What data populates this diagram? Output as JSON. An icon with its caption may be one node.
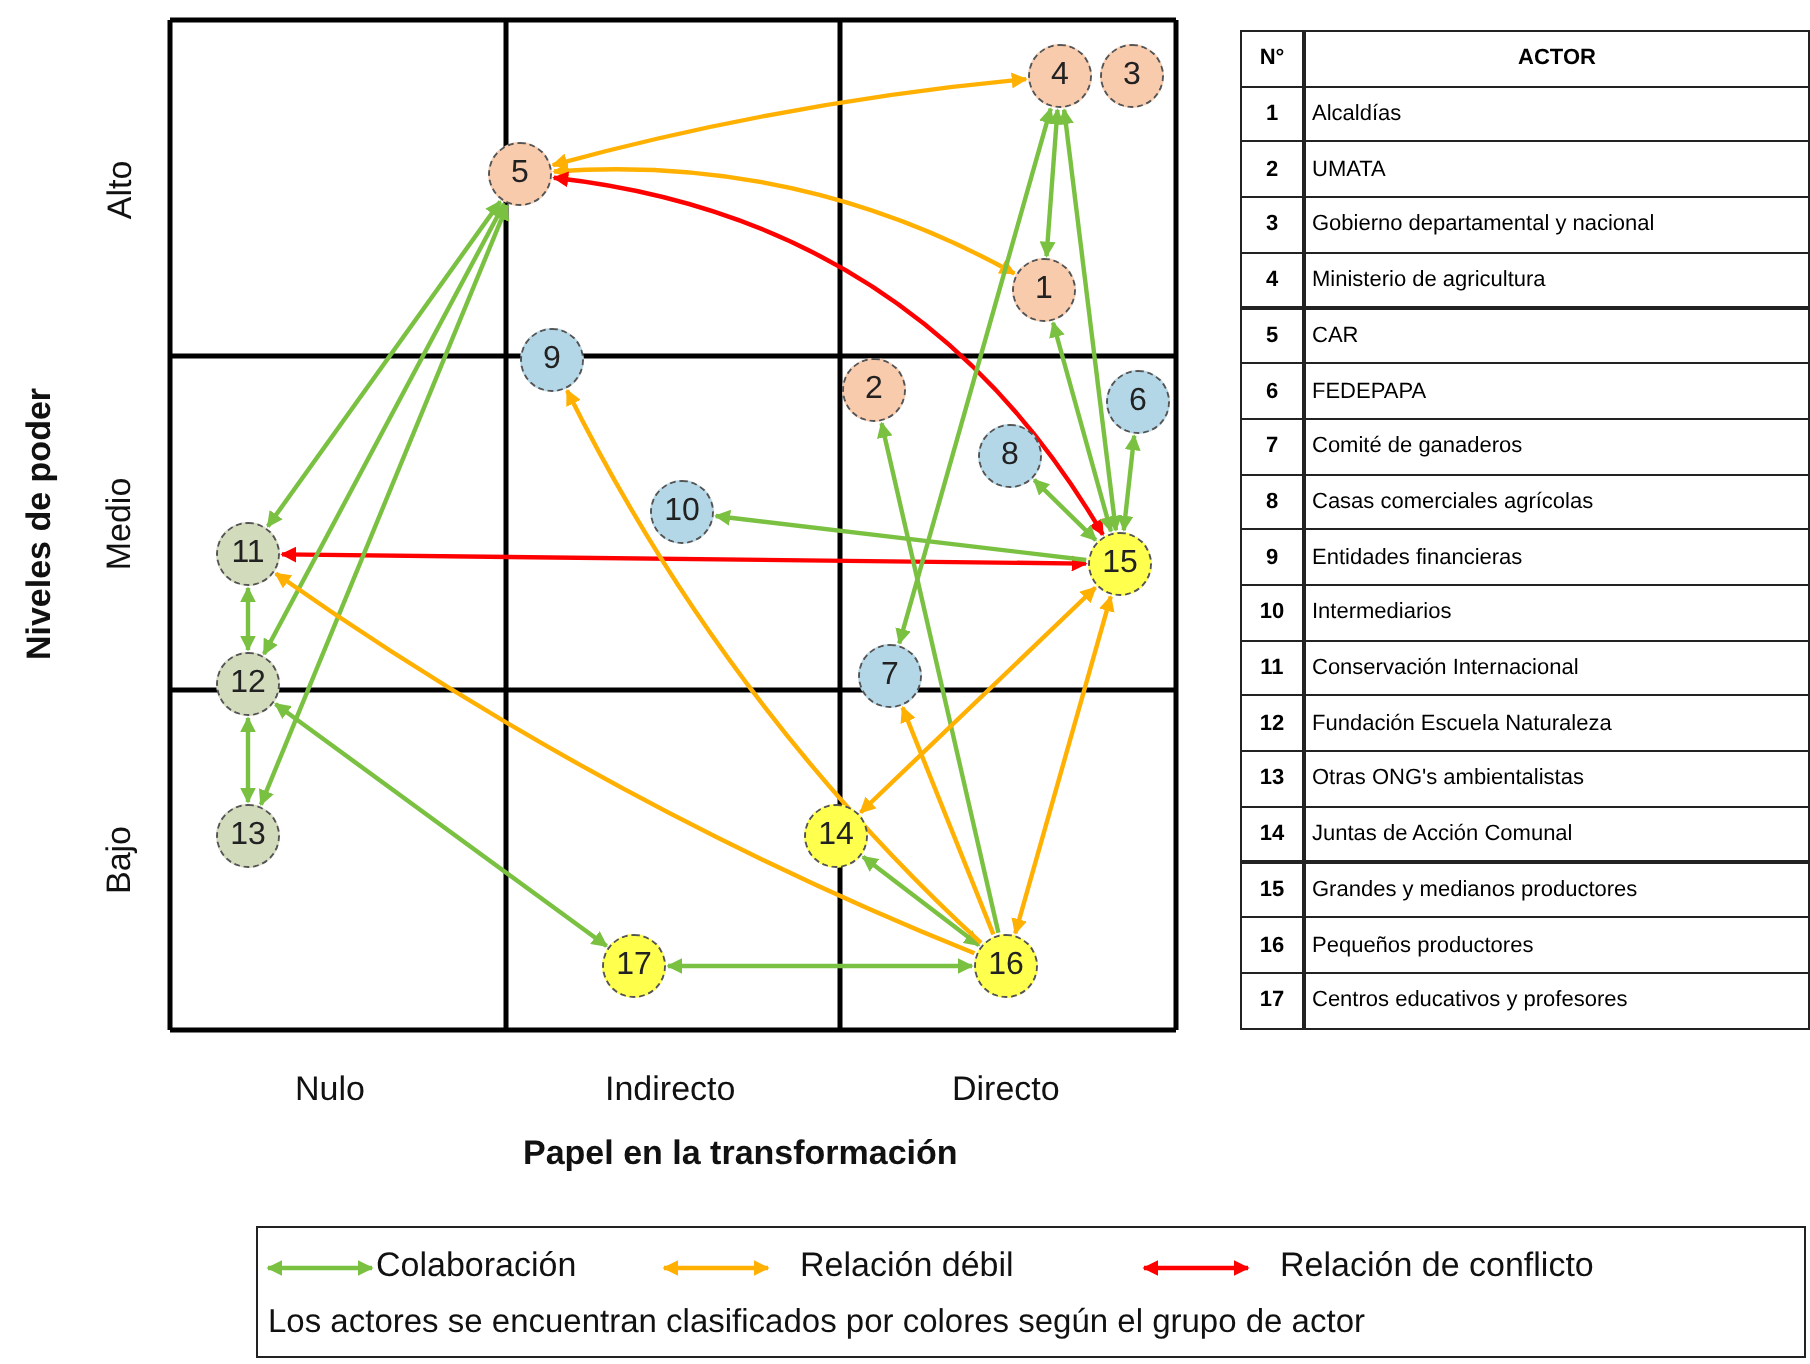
{
  "diagram": {
    "nodes": [
      {
        "text": [
          "1"
        ]
      },
      {
        "text": [
          "2"
        ]
      },
      {
        "text": [
          "3"
        ]
      },
      {
        "text": [
          "4"
        ]
      },
      {
        "text": [
          "5"
        ]
      },
      {
        "text": [
          "6"
        ]
      },
      {
        "text": [
          "7"
        ]
      },
      {
        "text": [
          "8"
        ]
      },
      {
        "text": [
          "9"
        ]
      },
      {
        "text": [
          "10"
        ]
      },
      {
        "text": [
          "11"
        ]
      },
      {
        "text": [
          "12"
        ]
      },
      {
        "text": [
          "13"
        ]
      },
      {
        "text": [
          "14"
        ]
      },
      {
        "text": [
          "15"
        ]
      },
      {
        "text": [
          "16"
        ]
      },
      {
        "text": [
          "17"
        ]
      }
    ],
    "edges": [
      {
        "from": 4,
        "to": 3,
        "arrow": "both",
        "color": "#ffb000"
      },
      {
        "from": 4,
        "to": 0,
        "arrow": "both",
        "color": "#ffb000"
      },
      {
        "from": 4,
        "to": 14,
        "arrow": "both",
        "color": "#ff0000"
      },
      {
        "from": 14,
        "to": 10,
        "arrow": "both",
        "color": "#ff0000"
      },
      {
        "from": 4,
        "to": 10,
        "arrow": "both"
      },
      {
        "from": 4,
        "to": 11,
        "arrow": "both"
      },
      {
        "from": 4,
        "to": 12,
        "arrow": "both"
      },
      {
        "from": 10,
        "to": 11,
        "arrow": "both"
      },
      {
        "from": 11,
        "to": 12,
        "arrow": "both"
      },
      {
        "from": 11,
        "to": 16,
        "arrow": "both"
      },
      {
        "from": 16,
        "to": 15,
        "arrow": "both"
      },
      {
        "from": 13,
        "to": 15,
        "arrow": "both"
      },
      {
        "from": 15,
        "to": 1,
        "arrow": "to"
      },
      {
        "from": 3,
        "to": 6,
        "arrow": "both"
      },
      {
        "from": 3,
        "to": 0,
        "arrow": "both"
      },
      {
        "from": 3,
        "to": 14,
        "arrow": "both"
      },
      {
        "from": 0,
        "to": 14,
        "arrow": "both"
      },
      {
        "from": 14,
        "to": 5,
        "arrow": "both"
      },
      {
        "from": 7,
        "to": 14,
        "arrow": "both"
      },
      {
        "from": 14,
        "to": 9,
        "arrow": "to"
      },
      {
        "from": 15,
        "to": 8,
        "arrow": "to",
        "color": "#ffb000"
      },
      {
        "from": 15,
        "to": 10,
        "arrow": "to",
        "color": "#ffb000"
      },
      {
        "from": 15,
        "to": 6,
        "arrow": "to",
        "color": "#ffb000"
      },
      {
        "from": 13,
        "to": 14,
        "arrow": "both",
        "color": "#ffb000"
      },
      {
        "from": 14,
        "to": 15,
        "arrow": "both",
        "color": "#ffb000"
      }
    ],
    "labels": [
      "Alto",
      "Medio",
      "Bajo",
      "Niveles de poder",
      "Nulo",
      "Indirecto",
      "Directo",
      "Papel en la transformación",
      "N°",
      "ACTOR",
      "1",
      "Alcaldías",
      "2",
      "UMATA",
      "3",
      "Gobierno departamental y nacional",
      "4",
      "Ministerio de agricultura",
      "5",
      "CAR",
      "6",
      "FEDEPAPA",
      "7",
      "Comité de ganaderos",
      "8",
      "Casas comerciales agrícolas",
      "9",
      "Entidades financieras",
      "10",
      "Intermediarios",
      "11",
      "Conservación Internacional",
      "12",
      "Fundación Escuela Naturaleza",
      "13",
      "Otras ONG's ambientalistas",
      "14",
      "Juntas de Acción Comunal",
      "15",
      "Grandes y medianos productores",
      "16",
      "Pequeños productores",
      "17",
      "Centros educativos y profesores",
      "Los actores se encuentran clasificados por colores según el grupo de actor"
    ],
    "legend": [
      {
        "text": "Colaboración"
      },
      {
        "text": "Relación débil"
      },
      {
        "text": "Relación de conflicto"
      }
    ]
  }
}
